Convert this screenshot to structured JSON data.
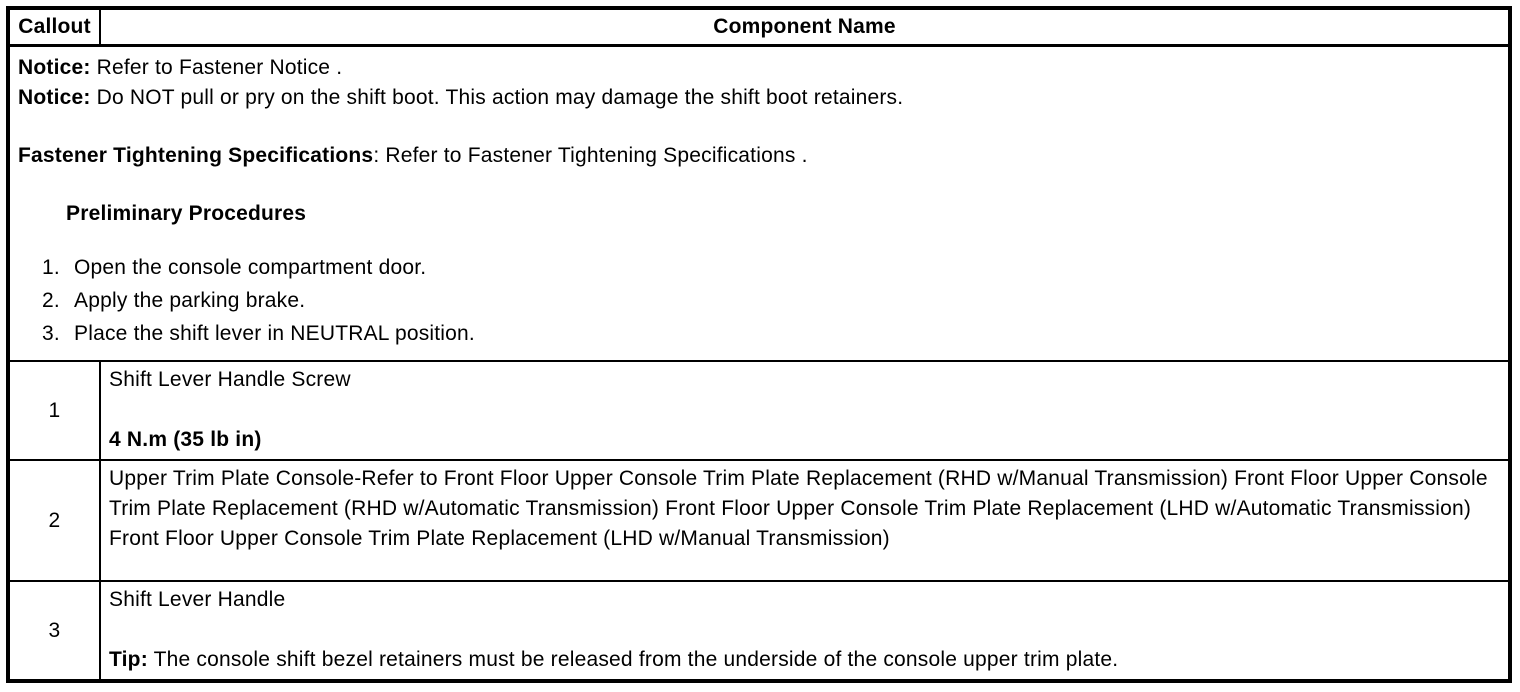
{
  "colors": {
    "background": "#ffffff",
    "border": "#000000",
    "text": "#000000"
  },
  "header": {
    "callout": "Callout",
    "component_name": "Component Name"
  },
  "notices": [
    {
      "label": "Notice:",
      "text": "Refer to Fastener Notice ."
    },
    {
      "label": "Notice:",
      "text": "Do NOT pull or pry on the shift boot. This action may damage the shift boot retainers."
    }
  ],
  "fastener_spec": {
    "label": "Fastener Tightening Specifications",
    "text": ": Refer to Fastener Tightening Specifications ."
  },
  "preliminary": {
    "title": "Preliminary Procedures",
    "steps": [
      "Open the console compartment door.",
      "Apply the parking brake.",
      "Place the shift lever in NEUTRAL position."
    ]
  },
  "rows": [
    {
      "callout": "1",
      "name": "Shift Lever Handle Screw",
      "torque": "4 N.m (35 lb in)"
    },
    {
      "callout": "2",
      "name": "Upper Trim Plate Console-Refer to Front Floor Upper Console Trim Plate Replacement (RHD w/Manual Transmission) Front Floor Upper Console Trim Plate Replacement (RHD w/Automatic Transmission) Front Floor Upper Console Trim Plate Replacement (LHD w/Automatic Transmission) Front Floor Upper Console Trim Plate Replacement (LHD w/Manual Transmission)"
    },
    {
      "callout": "3",
      "name": "Shift Lever Handle",
      "tip_label": "Tip:",
      "tip": "The console shift bezel retainers must be released from the underside of the console upper trim plate."
    }
  ]
}
